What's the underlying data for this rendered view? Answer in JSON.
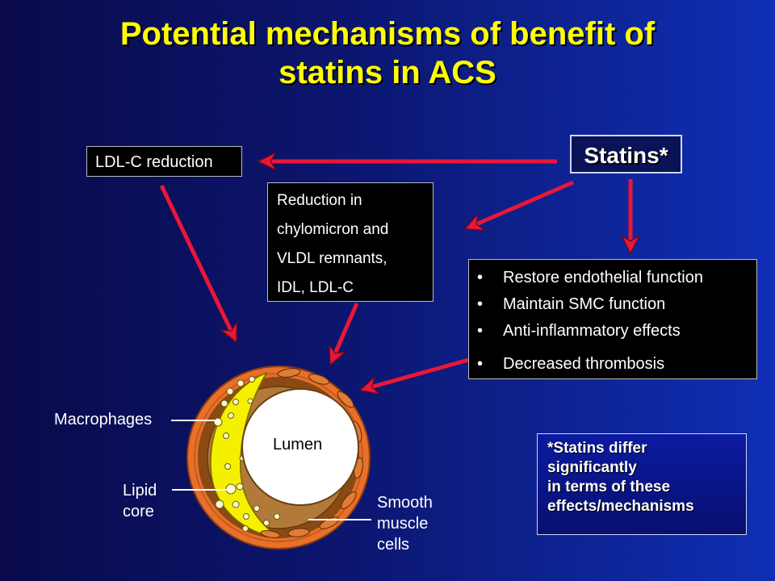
{
  "title": {
    "line1": "Potential mechanisms of benefit of",
    "line2": "statins in ACS"
  },
  "statins": {
    "label": "Statins*"
  },
  "ldl": {
    "label": "LDL-C reduction"
  },
  "reduction": {
    "lines": [
      "Reduction in",
      "chylomicron and",
      "VLDL remnants,",
      "IDL, LDL-C"
    ]
  },
  "effects": {
    "items": [
      "Restore endothelial function",
      "Maintain SMC function",
      "Anti-inflammatory effects",
      "Decreased thrombosis"
    ]
  },
  "note": {
    "lines": [
      "*Statins differ",
      "significantly",
      "in terms of these",
      "effects/mechanisms"
    ]
  },
  "artery": {
    "lumen": "Lumen",
    "macrophages": "Macrophages",
    "lipid_core": [
      "Lipid",
      "core"
    ],
    "smooth_muscle": [
      "Smooth",
      "muscle",
      "cells"
    ]
  },
  "colors": {
    "title": "#ffff00",
    "arrow": "#e8173a",
    "outer_wall": "#e8702a",
    "media": "#8a4a14",
    "lipid": "#f5f000",
    "background_left": "#0a0a4a",
    "background_right": "#0f2fb4"
  }
}
